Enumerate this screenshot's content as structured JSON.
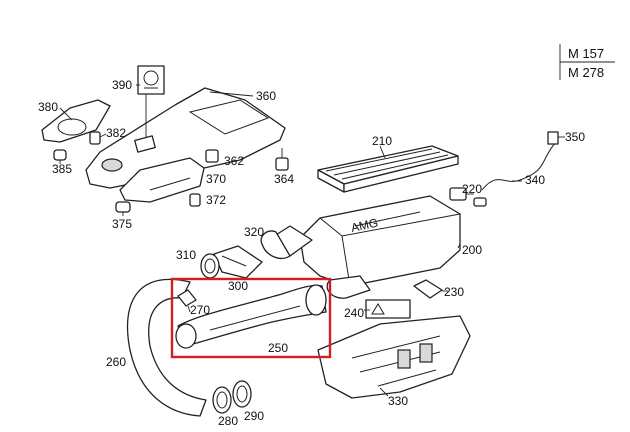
{
  "model_codes": [
    "M 157",
    "M 278"
  ],
  "callouts": {
    "p200": "200",
    "p210": "210",
    "p220": "220",
    "p230": "230",
    "p240": "240",
    "p250": "250",
    "p260": "260",
    "p270": "270",
    "p280": "280",
    "p290": "290",
    "p300": "300",
    "p310": "310",
    "p320": "320",
    "p330": "330",
    "p340": "340",
    "p350": "350",
    "p360": "360",
    "p362": "362",
    "p364": "364",
    "p370": "370",
    "p372": "372",
    "p375": "375",
    "p380": "380",
    "p382": "382",
    "p385": "385",
    "p390": "390"
  },
  "highlight_color": "#d01f26"
}
